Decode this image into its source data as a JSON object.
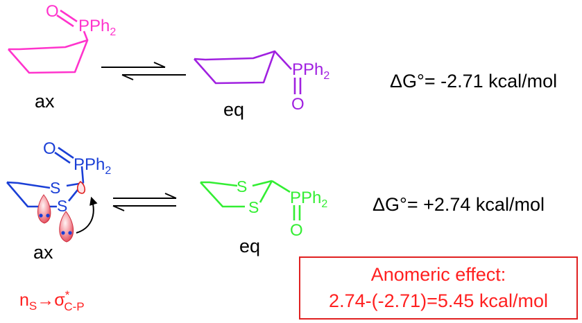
{
  "colors": {
    "magenta": "#ff33cc",
    "purple": "#a020e0",
    "blue": "#1a3fd6",
    "green": "#33ee33",
    "red": "#ff2020",
    "black": "#000000"
  },
  "row1": {
    "ax_group": {
      "o": "O",
      "p": "PPh",
      "sub": "2"
    },
    "ax_label": "ax",
    "eq_group": {
      "p": "PPh",
      "sub": "2",
      "o": "O"
    },
    "eq_label": "eq",
    "dg": {
      "delta": "ΔG°",
      "value": "= -2.71 kcal/mol"
    }
  },
  "row2": {
    "ax_group": {
      "o": "O",
      "p": "PPh",
      "sub": "2",
      "s1": "S",
      "s2": "S"
    },
    "ax_label": "ax",
    "eq_group": {
      "s1": "S",
      "s2": "S",
      "p": "PPh",
      "sub": "2",
      "o": "O"
    },
    "eq_label": "eq",
    "dg": {
      "delta": "ΔG°",
      "value": "= +2.74 kcal/mol"
    }
  },
  "interaction": {
    "n": "n",
    "n_sub": "S",
    "arrow": "→",
    "sigma": "σ",
    "star": "*",
    "sigma_sub": "C-P"
  },
  "anomeric_box": {
    "line1": "Anomeric effect:",
    "line2": "2.74-(-2.71)=5.45 kcal/mol"
  }
}
